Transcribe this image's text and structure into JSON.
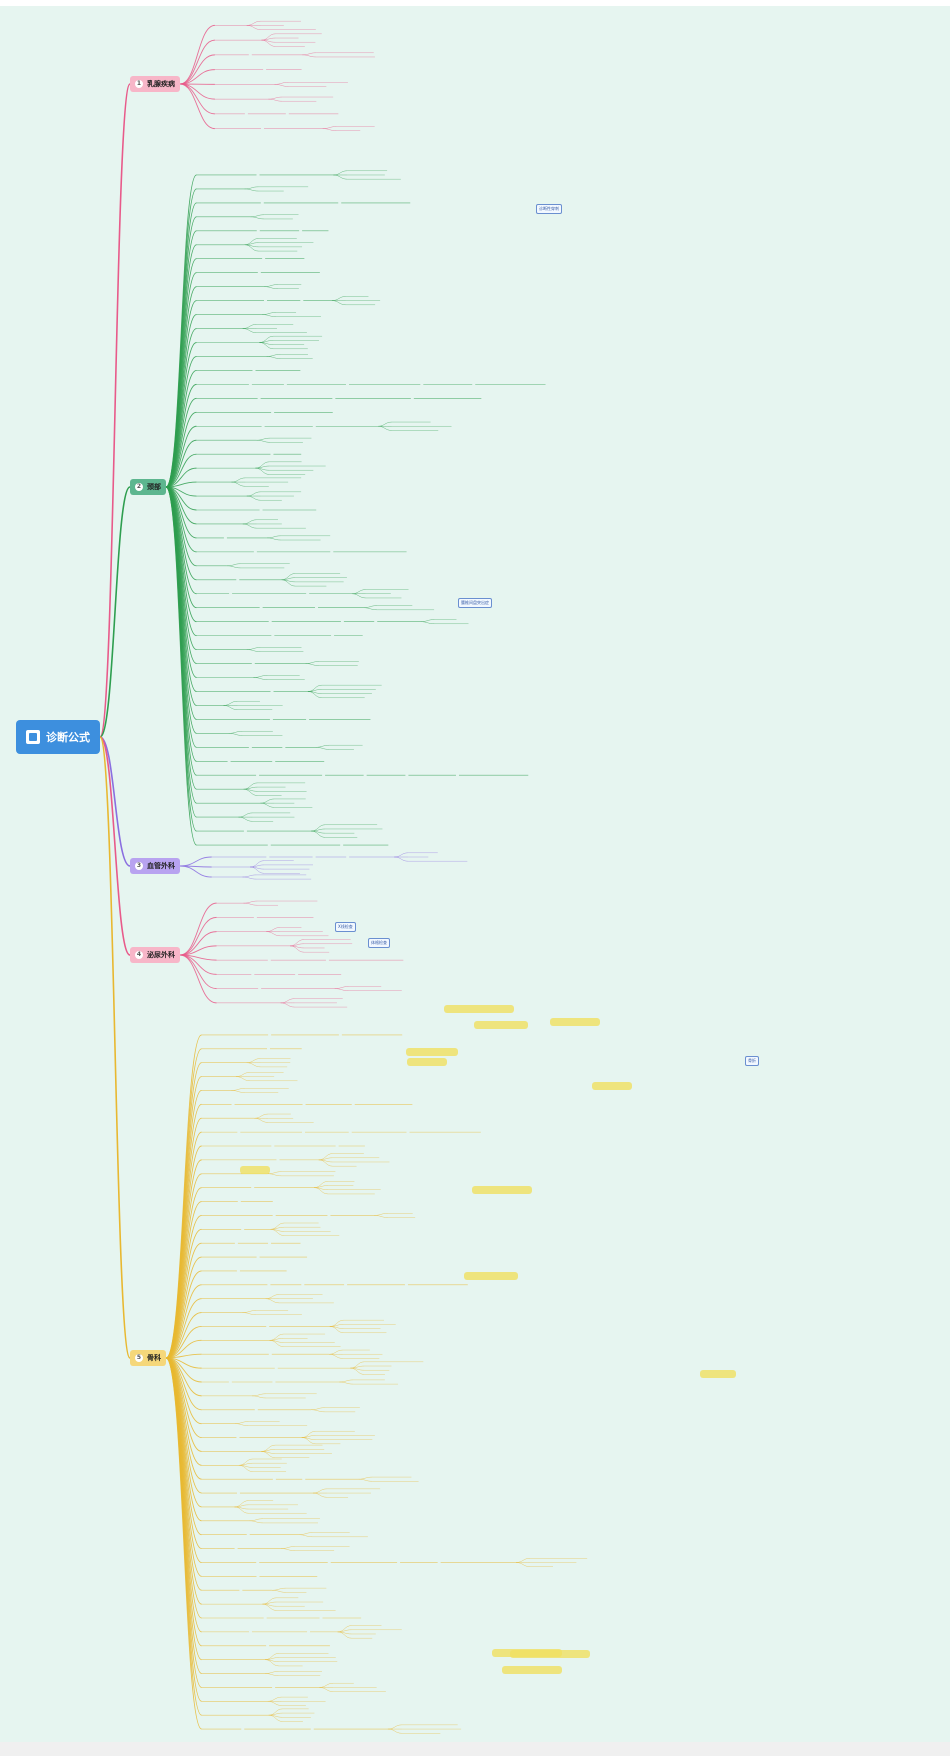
{
  "root": {
    "title": "诊断公式"
  },
  "colors": {
    "background": "#e6f5f0",
    "root": "#3d8fde",
    "s1": "#f7b6c8",
    "s2": "#5db68f",
    "s3": "#b8a3f0",
    "s4": "#f7b6c8",
    "s5": "#f5d77a",
    "l1": "#e85a8a",
    "l2": "#2e9e4f",
    "l3": "#8a6ee0",
    "l4": "#e85a8a",
    "l5": "#e8b830",
    "highlight": "#f0e060"
  },
  "sections": [
    {
      "num": "1",
      "label": "乳腺疾病"
    },
    {
      "num": "2",
      "label": "颈部"
    },
    {
      "num": "3",
      "label": "血管外科"
    },
    {
      "num": "4",
      "label": "泌尿外科"
    },
    {
      "num": "5",
      "label": "骨科"
    }
  ],
  "notes": {
    "n1": "诊断性穿刺",
    "n2": "腰椎间盘突出症",
    "n3": "X线检查",
    "n4": "体格检查",
    "n5": "骨折"
  }
}
